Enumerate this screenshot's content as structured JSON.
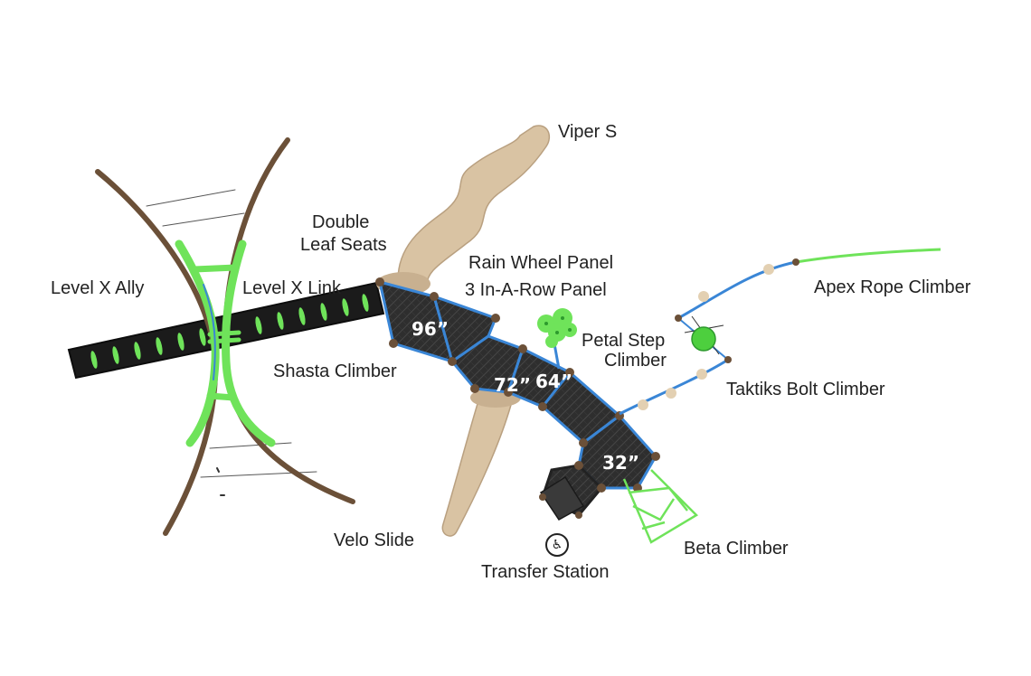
{
  "labels": {
    "viper_s": "Viper S",
    "double_leaf_seats_1": "Double",
    "double_leaf_seats_2": "Leaf Seats",
    "rain_wheel_panel": "Rain Wheel Panel",
    "three_in_a_row_panel": "3 In-A-Row Panel",
    "level_x_ally": "Level X Ally",
    "level_x_link": "Level X Link",
    "petal_step_climber_1": "Petal Step",
    "petal_step_climber_2": "Climber",
    "apex_rope_climber": "Apex Rope Climber",
    "shasta_climber": "Shasta Climber",
    "taktiks_bolt_climber": "Taktiks Bolt Climber",
    "velo_slide": "Velo Slide",
    "transfer_station": "Transfer Station",
    "beta_climber": "Beta Climber"
  },
  "deck_heights": {
    "deck_96": "96”",
    "deck_72": "72”",
    "deck_64": "64”",
    "deck_32": "32”"
  },
  "icons": {
    "transfer_station": "wheelchair-accessibility-icon"
  },
  "colors": {
    "deck": "#2e2e2e",
    "slide": "#d9c3a3",
    "bright_green": "#6fe35a",
    "blue_rail": "#3a86d6",
    "brown_post": "#6b5038"
  }
}
